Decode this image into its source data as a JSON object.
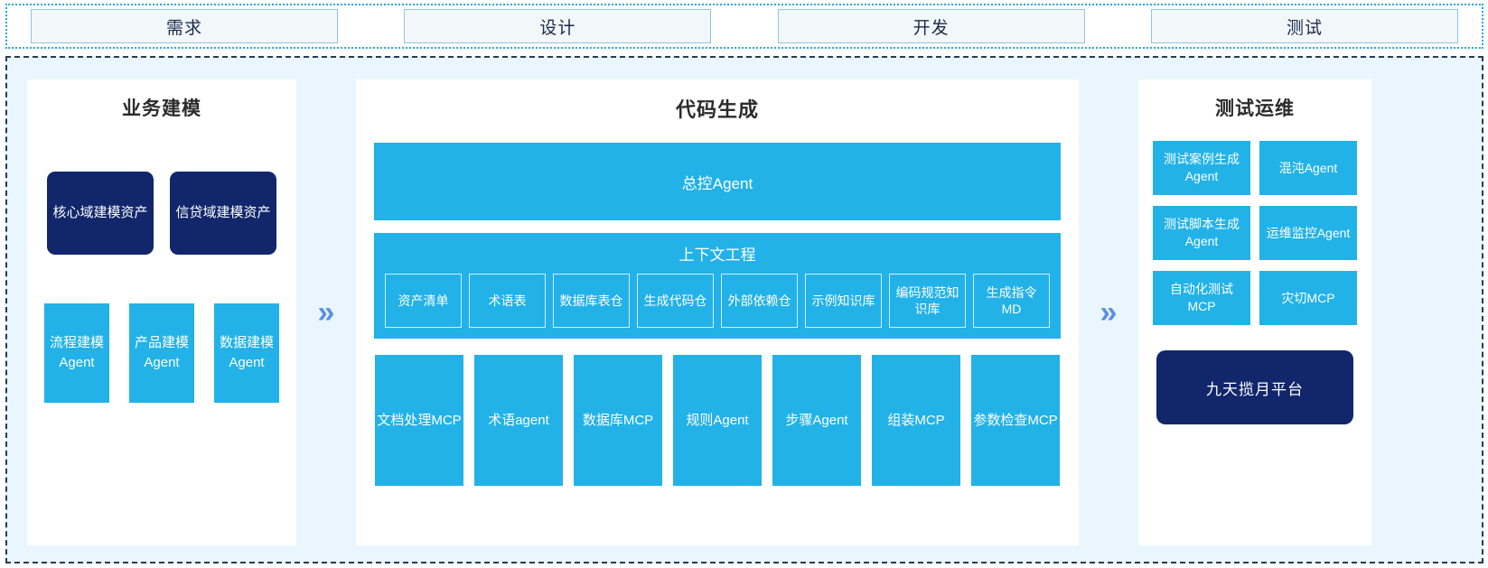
{
  "phases": {
    "tabs": [
      {
        "label": "需求"
      },
      {
        "label": "设计"
      },
      {
        "label": "开发"
      },
      {
        "label": "测试"
      }
    ]
  },
  "separators": {
    "chevron_glyph": "»",
    "chevron_color": "#5b8fe8"
  },
  "colors": {
    "accent_blue": "#22b2e8",
    "navy": "#12266b",
    "panel_bg": "#e9f6fd",
    "card_bg": "#ffffff",
    "tab_border": "#8fc6de",
    "tab_fill": "#f2f7fa"
  },
  "left_panel": {
    "title": "业务建模",
    "assets": [
      {
        "label": "核心域建模资产"
      },
      {
        "label": "信贷域建模资产"
      }
    ],
    "agents": [
      {
        "label": "流程建模Agent"
      },
      {
        "label": "产品建模Agent"
      },
      {
        "label": "数据建模Agent"
      }
    ]
  },
  "center_panel": {
    "title": "代码生成",
    "controller": {
      "label": "总控Agent"
    },
    "context": {
      "title": "上下文工程",
      "chips": [
        {
          "label": "资产清单"
        },
        {
          "label": "术语表"
        },
        {
          "label": "数据库表仓"
        },
        {
          "label": "生成代码仓"
        },
        {
          "label": "外部依赖仓"
        },
        {
          "label": "示例知识库"
        },
        {
          "label": "编码规范知识库"
        },
        {
          "label": "生成指令MD"
        }
      ]
    },
    "tools": [
      {
        "label": "文档处理MCP"
      },
      {
        "label": "术语agent"
      },
      {
        "label": "数据库MCP"
      },
      {
        "label": "规则Agent"
      },
      {
        "label": "步骤Agent"
      },
      {
        "label": "组装MCP"
      },
      {
        "label": "参数检查MCP"
      }
    ]
  },
  "right_panel": {
    "title": "测试运维",
    "cards": [
      {
        "label": "测试案例生成Agent"
      },
      {
        "label": "混沌Agent"
      },
      {
        "label": "测试脚本生成Agent"
      },
      {
        "label": "运维监控Agent"
      },
      {
        "label": "自动化测试MCP"
      },
      {
        "label": "灾切MCP"
      }
    ],
    "platform": {
      "label": "九天揽月平台"
    }
  }
}
